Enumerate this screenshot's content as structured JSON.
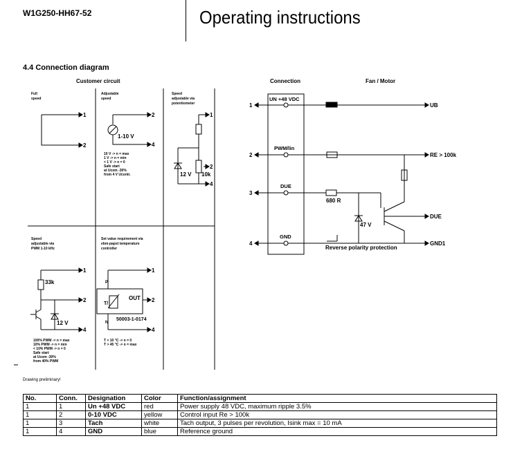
{
  "header": {
    "model": "W1G250-HH67-52",
    "title": "Operating instructions"
  },
  "section_title": "4.4 Connection diagram",
  "diagram": {
    "customer_circuit": "Customer circuit",
    "connection": "Connection",
    "fan_motor": "Fan / Motor",
    "full_speed": [
      "Full",
      "speed"
    ],
    "adjustable_speed": [
      "Adjustable",
      "speed"
    ],
    "speed_pot": [
      "Speed",
      "adjustable via",
      "potentiometer"
    ],
    "speed_pwm": [
      "Speed",
      "adjustable via",
      "PWM 1-10 kHz"
    ],
    "set_value": [
      "Set value requirement via",
      "ebm-papst temperature",
      "controller"
    ],
    "adj_notes": [
      "10 V -> n = max",
      "1 V -> n = min",
      "< 1 V -> n = 0",
      "Safe start",
      "at Ucom -30%",
      "from 4 V Ucontr."
    ],
    "pwm_notes": [
      "100% PWM -> n = max",
      "10% PWM -> n = min",
      "< 10% PWM -> n = 0",
      "Safe start",
      "at Ucom -30%",
      "from 40% PWM"
    ],
    "temp_notes": [
      "T < 10 °C -> n = 0",
      "T > 45 °C -> n = max"
    ],
    "v_1_10": "1-10 V",
    "v_12a": "12 V",
    "r_10k": "10k",
    "r_33k": "33k",
    "v_12b": "12 V",
    "out": "OUT",
    "part_no": "50003-1-0174",
    "p": "P",
    "n": "N",
    "tv": "T/",
    "pin1": "1",
    "pin2": "2",
    "pin4": "4",
    "pins_conn": [
      "1",
      "2",
      "3",
      "4"
    ],
    "un": "UN +48 VDC",
    "pwm_in": "PWM/lin",
    "due": "DUE",
    "gnd": "GND",
    "ub": "UB",
    "re": "RE > 100k",
    "due_out": "DUE",
    "gnd1": "GND1",
    "r680": "680 R",
    "v47": "47 V",
    "reverse": "Reverse polarity protection"
  },
  "draft_note": "Drawing preliminary!",
  "table": {
    "headers": [
      "No.",
      "Conn.",
      "Designation",
      "Color",
      "Function/assignment"
    ],
    "rows": [
      [
        "1",
        "1",
        "Un +48 VDC",
        "red",
        "Power supply 48 VDC, maximum ripple 3.5%"
      ],
      [
        "1",
        "2",
        "0-10 VDC",
        "yellow",
        "Control input Re > 100k"
      ],
      [
        "1",
        "3",
        "Tach",
        "white",
        "Tach output, 3 pulses per revolution, Isink max = 10 mA"
      ],
      [
        "1",
        "4",
        "GND",
        "blue",
        "Reference ground"
      ]
    ]
  }
}
